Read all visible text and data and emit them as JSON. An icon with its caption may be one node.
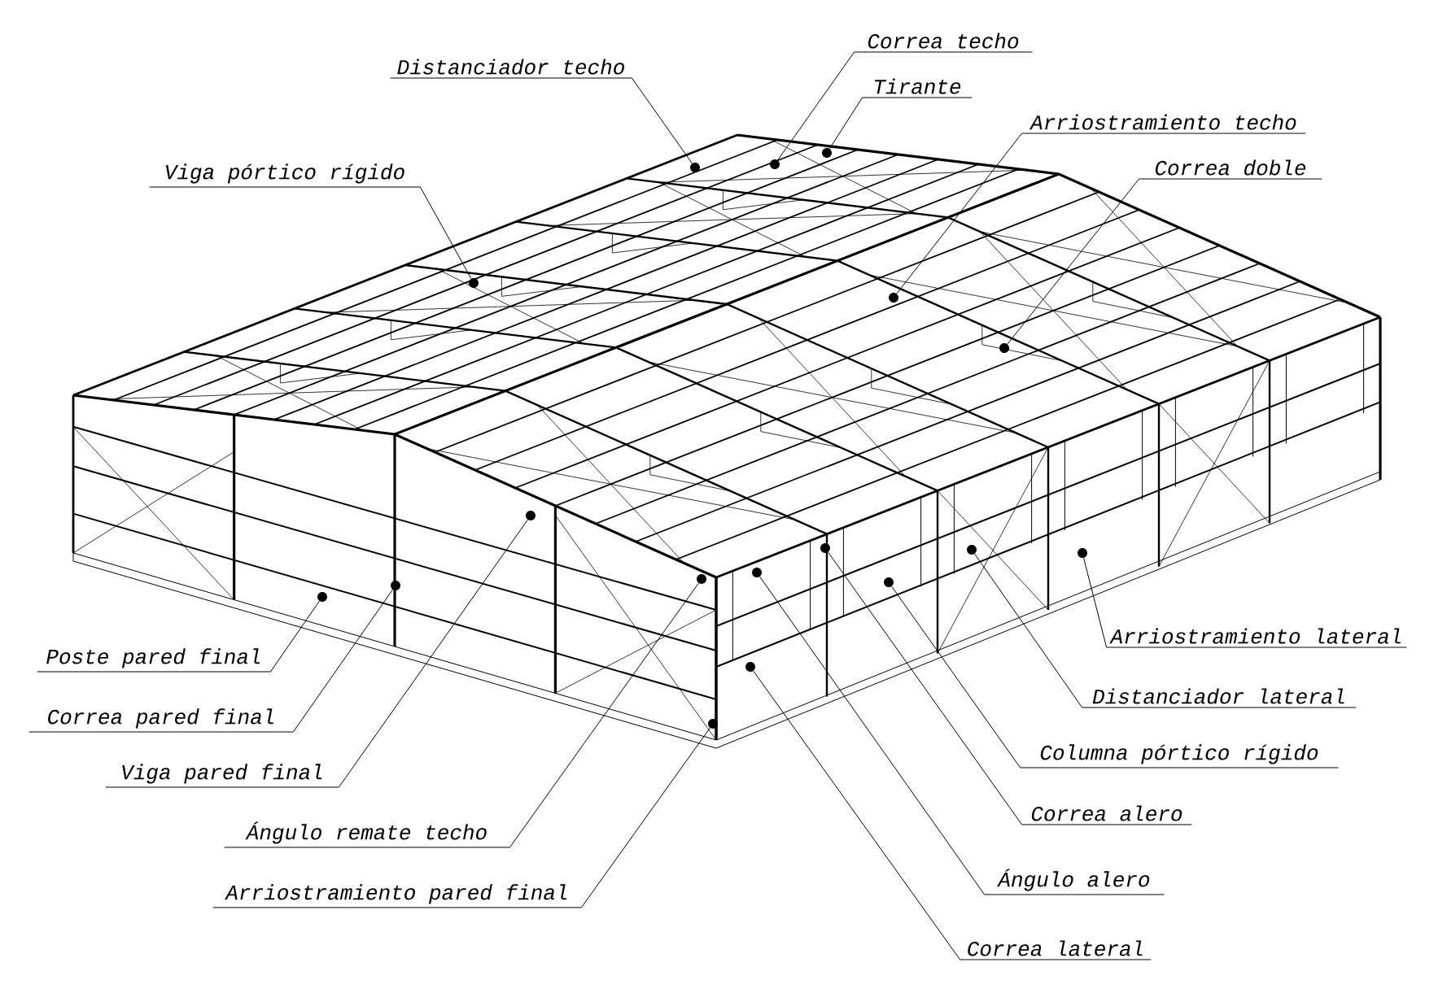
{
  "diagram": {
    "nodes": [
      {
        "text": [
          "Distanciador techo"
        ]
      },
      {
        "text": [
          "Correa techo"
        ]
      },
      {
        "text": [
          "Tirante"
        ]
      },
      {
        "text": [
          "Arriostramiento techo"
        ]
      },
      {
        "text": [
          "Viga pórtico rígido"
        ]
      },
      {
        "text": [
          "Correa doble"
        ]
      },
      {
        "text": [
          "Poste pared final"
        ]
      },
      {
        "text": [
          "Correa pared final"
        ]
      },
      {
        "text": [
          "Viga pared final"
        ]
      },
      {
        "text": [
          "Ángulo remate techo"
        ]
      },
      {
        "text": [
          "Arriostramiento pared final"
        ]
      },
      {
        "text": [
          "Arriostramiento lateral"
        ]
      },
      {
        "text": [
          "Distanciador lateral"
        ]
      },
      {
        "text": [
          "Columna pórtico rígido"
        ]
      },
      {
        "text": [
          "Correa alero"
        ]
      },
      {
        "text": [
          "Ángulo alero"
        ]
      },
      {
        "text": [
          "Correa lateral"
        ]
      },
      {
        "text": [],
        "shape": "circle"
      },
      {
        "text": [],
        "shape": "circle"
      },
      {
        "text": [],
        "shape": "circle"
      },
      {
        "text": [],
        "shape": "circle"
      },
      {
        "text": [],
        "shape": "circle"
      },
      {
        "text": [],
        "shape": "circle"
      },
      {
        "text": [],
        "shape": "circle"
      },
      {
        "text": [],
        "shape": "circle"
      },
      {
        "text": [],
        "shape": "circle"
      },
      {
        "text": [],
        "shape": "circle"
      },
      {
        "text": [],
        "shape": "circle"
      },
      {
        "text": [],
        "shape": "circle"
      },
      {
        "text": [],
        "shape": "circle"
      },
      {
        "text": [],
        "shape": "circle"
      },
      {
        "text": [],
        "shape": "circle"
      },
      {
        "text": [],
        "shape": "circle"
      },
      {
        "text": [],
        "shape": "circle"
      }
    ],
    "edges": [
      {
        "from": 0,
        "to": 17,
        "arrow": "none"
      },
      {
        "from": 1,
        "to": 18,
        "arrow": "none"
      },
      {
        "from": 2,
        "to": 19,
        "arrow": "none"
      },
      {
        "from": 3,
        "to": 20,
        "arrow": "none"
      },
      {
        "from": 4,
        "to": 21,
        "arrow": "none"
      },
      {
        "from": 5,
        "to": 22,
        "arrow": "none"
      },
      {
        "from": 6,
        "to": 23,
        "arrow": "none"
      },
      {
        "from": 7,
        "to": 24,
        "arrow": "none"
      },
      {
        "from": 8,
        "to": 25,
        "arrow": "none"
      },
      {
        "from": 9,
        "to": 26,
        "arrow": "none"
      },
      {
        "from": 10,
        "to": 27,
        "arrow": "none"
      },
      {
        "from": 11,
        "to": 28,
        "arrow": "none"
      },
      {
        "from": 12,
        "to": 29,
        "arrow": "none"
      },
      {
        "from": 13,
        "to": 30,
        "arrow": "none"
      },
      {
        "from": 14,
        "to": 31,
        "arrow": "none"
      },
      {
        "from": 15,
        "to": 32,
        "arrow": "none"
      },
      {
        "from": 16,
        "to": 33,
        "arrow": "none"
      }
    ]
  }
}
